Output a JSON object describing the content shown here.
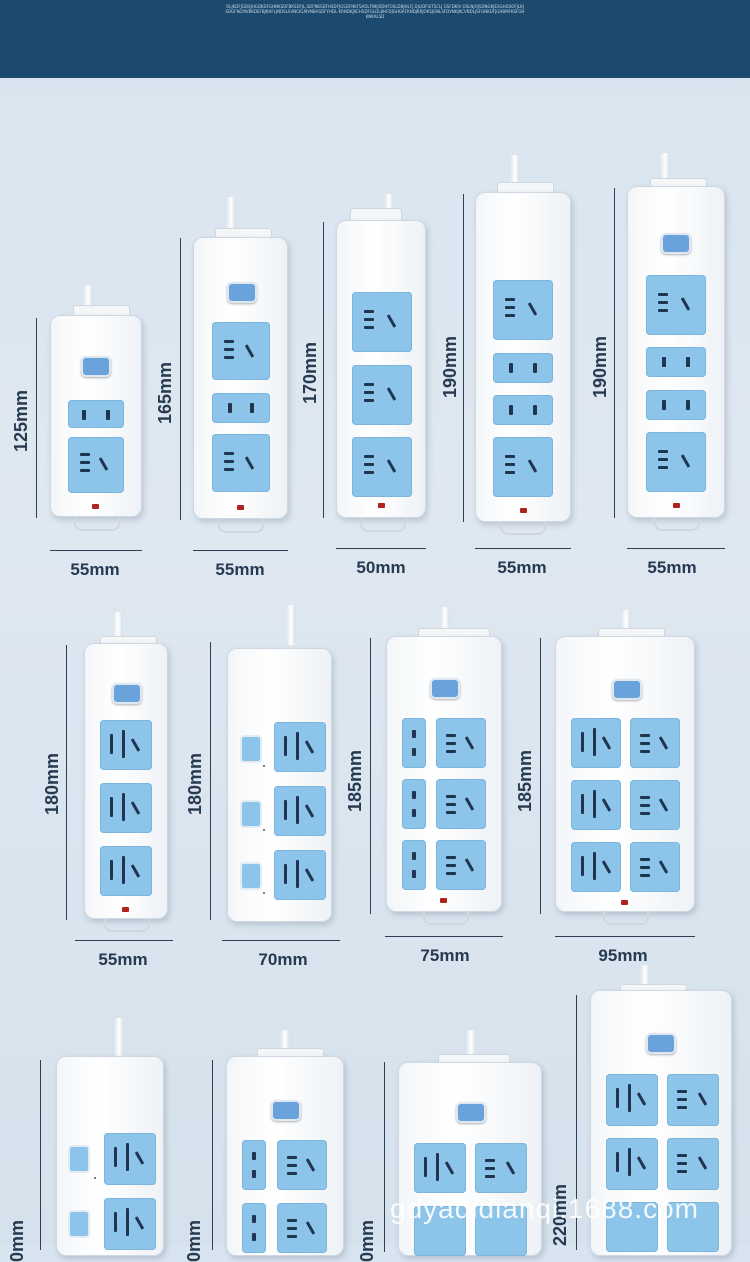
{
  "header": {
    "fine_print": "OLJKDFJGDSJHGDKDFGHNKSDFBKSDFJL,SDFNKSDFHSDFJGSDFNKFSADLFNKJSDHFOSLDBJHLFJ DJLIDFSITSCLJ GSFDKIV OSLNJOJSDNGKJESGHDSOFJLKJSDGFNCMVBKDEFBJKHFLJNDSLSVNCKLMVNBASDFYHDL KRNDKJKCHSDFGLDLBHFDJGHGKFRNDJKRJOKSJGNLSFDVNKJKCVNDLJSFGNKDFJGHBMFKSFGHKNKALSD"
  },
  "dimensions_row1": {
    "heights": [
      "125mm",
      "165mm",
      "170mm",
      "190mm",
      "190mm"
    ],
    "widths": [
      "55mm",
      "55mm",
      "50mm",
      "55mm",
      "55mm"
    ]
  },
  "dimensions_row2": {
    "heights": [
      "180mm",
      "180mm",
      "185mm",
      "185mm"
    ],
    "widths": [
      "55mm",
      "70mm",
      "75mm",
      "95mm"
    ]
  },
  "dimensions_row3": {
    "heights": [
      "0mm",
      "0mm",
      "0mm",
      "220mm"
    ]
  },
  "watermark": "gdyaqidianqi.1688.com",
  "colors": {
    "header": "#1c4a6e",
    "socket": "#8dc4ea",
    "switch": "#6aa3dc",
    "indicator": "#b0231c"
  }
}
